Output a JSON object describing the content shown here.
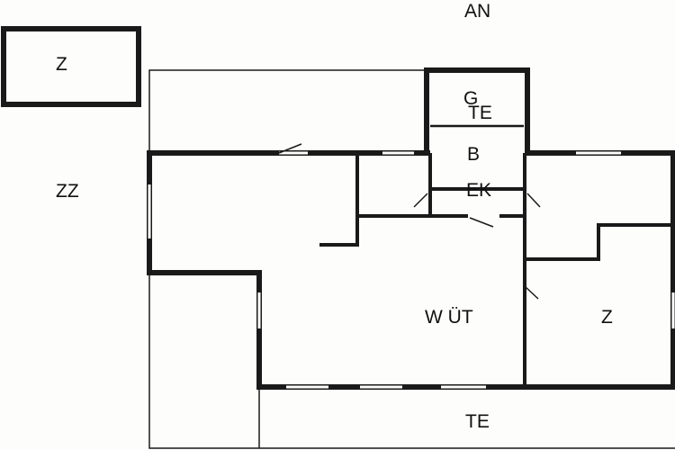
{
  "labels": {
    "an": "AN",
    "z_top_left": "Z",
    "zz": "ZZ",
    "g": "G",
    "te_top": "TE",
    "b": "B",
    "ek": "EK",
    "w_ut": "W ÜT",
    "z_right": "Z",
    "te_bottom": "TE"
  }
}
